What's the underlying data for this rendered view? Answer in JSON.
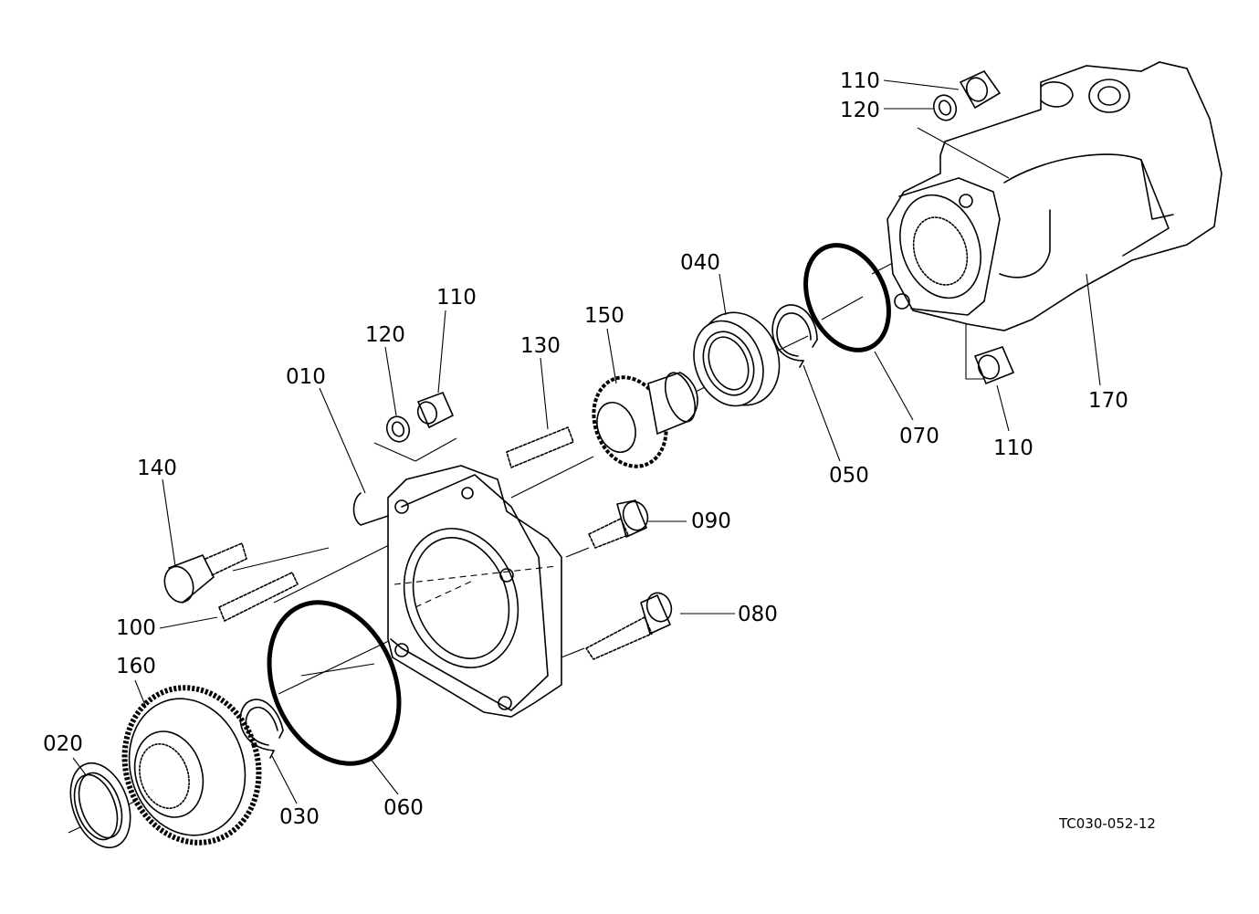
{
  "labels": {
    "p010": "010",
    "p020": "020",
    "p030": "030",
    "p040": "040",
    "p050": "050",
    "p060": "060",
    "p070": "070",
    "p080": "080",
    "p090": "090",
    "p100": "100",
    "p110_top": "110",
    "p110_mid": "110",
    "p110_bottom": "110",
    "p120_top": "120",
    "p120_mid": "120",
    "p130": "130",
    "p140": "140",
    "p150": "150",
    "p160": "160",
    "p170": "170"
  },
  "drawing_ref": "TC030-052-12"
}
